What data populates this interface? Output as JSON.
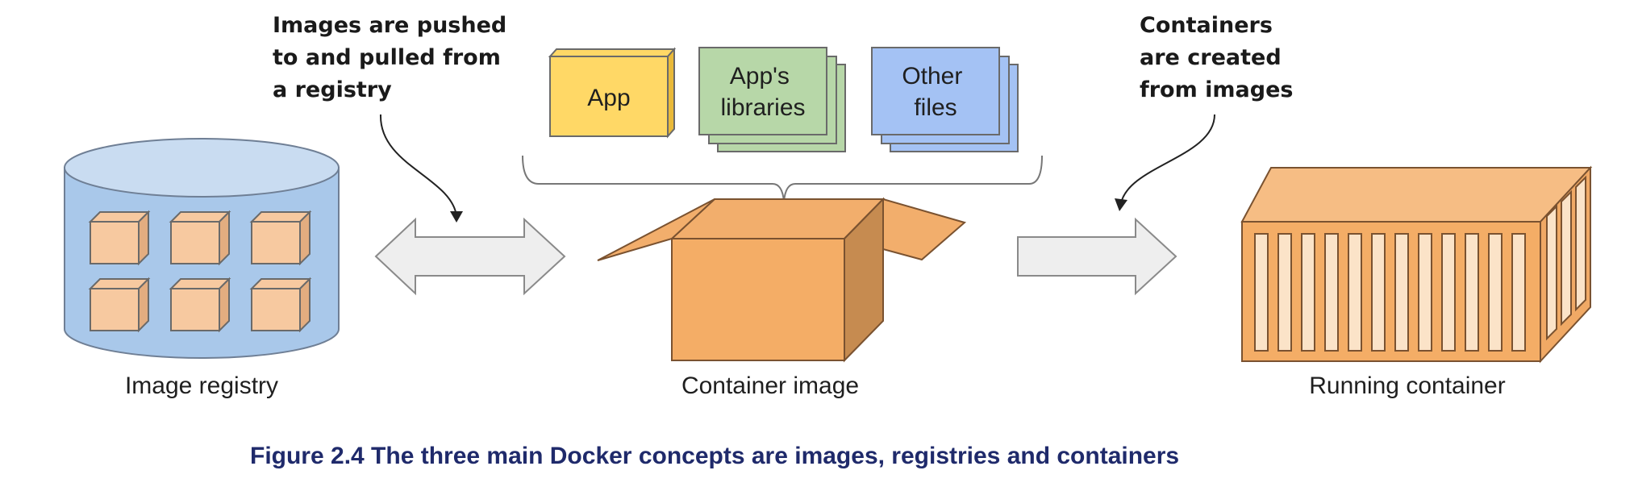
{
  "annotations": {
    "pushed_pulled": [
      "Images are pushed",
      "to and pulled from",
      "a registry"
    ],
    "created_from": [
      "Containers",
      "are created",
      "from images"
    ]
  },
  "image_contents": {
    "app": [
      "App"
    ],
    "libraries": [
      "App's",
      "libraries"
    ],
    "other_files": [
      "Other",
      "files"
    ]
  },
  "labels": {
    "registry": "Image registry",
    "container_image": "Container image",
    "running_container": "Running container"
  },
  "caption": "Figure 2.4 The three main Docker concepts are images, registries and containers",
  "colors": {
    "registry_fill": "#a9c8ea",
    "registry_top": "#c9dcf1",
    "box_fill": "#f7c9a0",
    "container_orange": "#f2ae6c",
    "app_yellow": "#ffd866",
    "lib_green": "#b7d7a8",
    "files_blue": "#a4c2f4",
    "caption_navy": "#1f2a6b"
  }
}
